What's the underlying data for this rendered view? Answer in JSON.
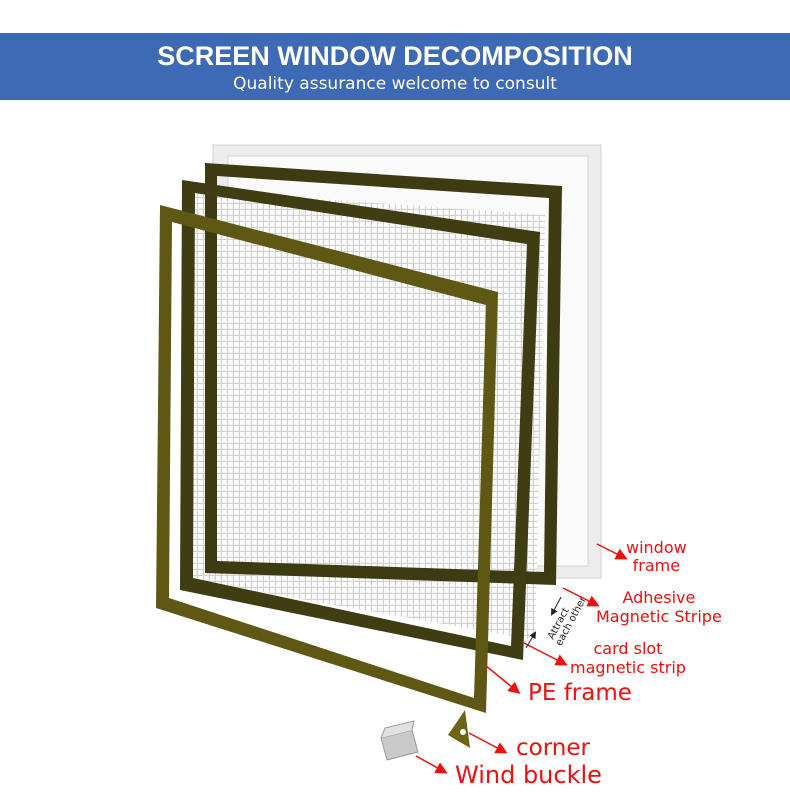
{
  "header": {
    "title": "SCREEN WINDOW DECOMPOSITION",
    "subtitle": "Quality assurance welcome to consult"
  },
  "labels": {
    "window_frame": [
      "window",
      "frame"
    ],
    "adhesive_strip": [
      "Adhesive",
      "Magnetic Stripe"
    ],
    "attract": [
      "Attract",
      "each other"
    ],
    "card_slot": [
      "card slot",
      "magnetic strip"
    ],
    "pe_frame": "PE frame",
    "corner": "corner",
    "wind_buckle": "Wind buckle"
  },
  "colors": {
    "banner": "#3e69b4",
    "label_red": "#f00e0e",
    "olive_dark": "#3d3b12",
    "olive_light": "#5e5814"
  }
}
